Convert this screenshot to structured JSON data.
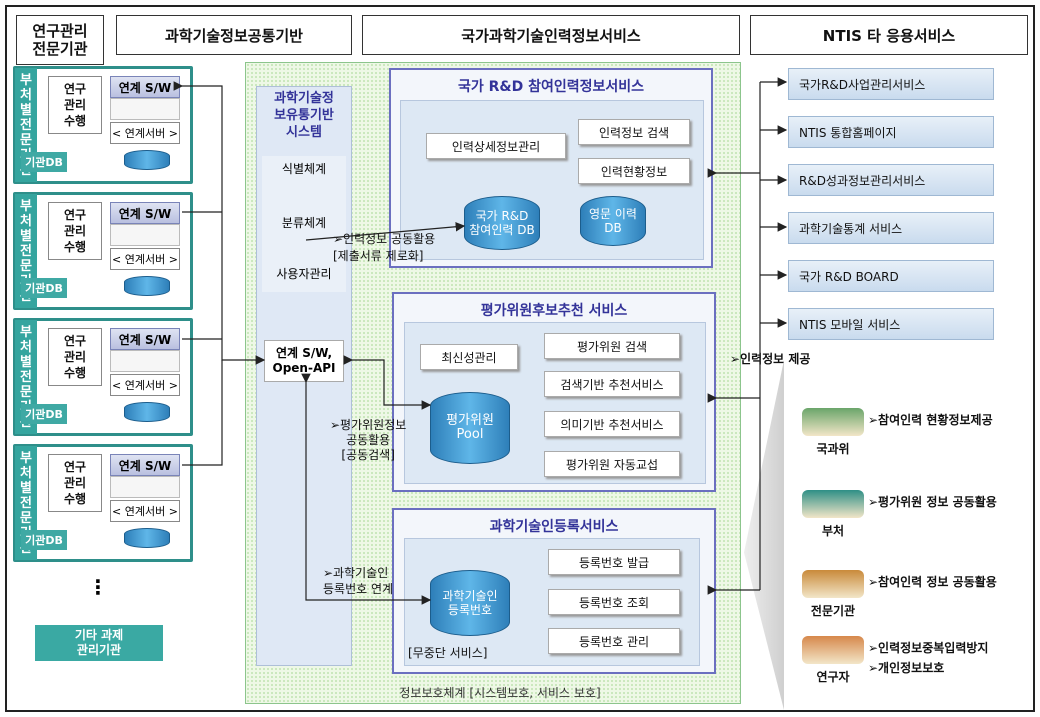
{
  "headers": {
    "research_org": "연구관리\n전문기관",
    "infra": "과학기술정보공통기반",
    "hr_service": "국가과학기술인력정보서비스",
    "ntis_apps": "NTIS 타 응용서비스"
  },
  "institutions": {
    "side_label": "부처별전문기관",
    "mgmt": "연구\n관리\n수행",
    "sw": "연계 S/W",
    "server": "< 연계서버 >",
    "db": "기관DB",
    "more": "⋮",
    "other": "기타 과제\n관리기관"
  },
  "infra_panel": {
    "title": "과학기술정\n보유통기반\n시스템",
    "items": [
      "식별체계",
      "분류체계",
      "사용자관리"
    ],
    "api": "연계 S/W,\nOpen-API",
    "footer": "정보보호체계 [시스템보호, 서비스 보호]"
  },
  "notes": {
    "hr_share": "➢인력정보 공동활용\n[제출서류 제로화]",
    "eval_share": "➢평가위원정보\n공동활용\n[공동검색]",
    "sci_reg": "➢과학기술인\n등록번호 연계",
    "hr_provide": "➢인력정보 제공"
  },
  "hr_panel": {
    "title": "국가 R&D 참여인력정보서비스",
    "funcs": [
      "인력상세정보관리",
      "인력정보 검색",
      "인력현황정보"
    ],
    "db1": "국가 R&D\n참여인력 DB",
    "db2": "영문 이력\nDB"
  },
  "eval_panel": {
    "title": "평가위원후보추천 서비스",
    "funcs": [
      "최신성관리",
      "평가위원 검색",
      "검색기반 추천서비스",
      "의미기반 추천서비스",
      "평가위원 자동교섭"
    ],
    "db": "평가위원\nPool"
  },
  "reg_panel": {
    "title": "과학기술인등록서비스",
    "funcs": [
      "등록번호 발급",
      "등록번호 조회",
      "등록번호 관리"
    ],
    "db": "과학기술인\n등록번호",
    "note": "[무중단 서비스]"
  },
  "ntis_services": [
    "국가R&D사업관리서비스",
    "NTIS 통합홈페이지",
    "R&D성과정보관리서비스",
    "과학기술통계 서비스",
    "국가 R&D BOARD",
    "NTIS 모바일 서비스"
  ],
  "users": [
    {
      "name": "국과위",
      "desc": "➢참여인력 현황정보제공",
      "color": "#6aa56a"
    },
    {
      "name": "부처",
      "desc": "➢평가위원 정보 공동활용",
      "color": "#2f8f86"
    },
    {
      "name": "전문기관",
      "desc": "➢참여인력 정보 공동활용",
      "color": "#c98a3a"
    },
    {
      "name": "연구자",
      "desc": "➢인력정보중복입력방지\n➢개인정보보호",
      "color": "#d6884b"
    }
  ]
}
